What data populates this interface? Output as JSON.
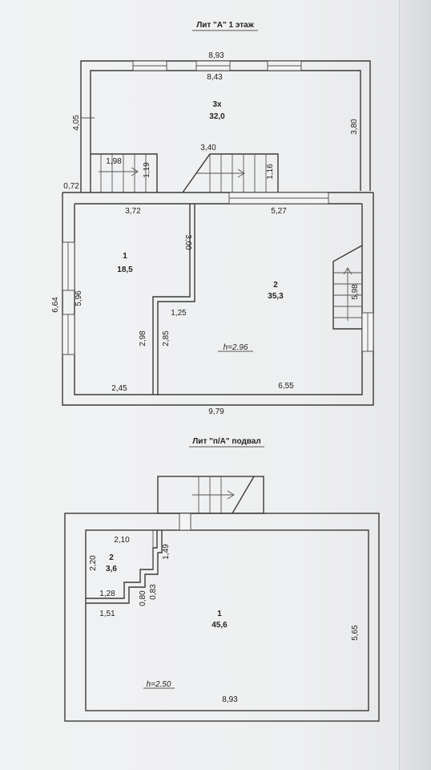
{
  "titles": {
    "floor1": "Лит \"А\"  1 этаж",
    "basement": "Лит \"п/А\"  подвал"
  },
  "floor1": {
    "room_3x": {
      "number": "3х",
      "area": "32,0"
    },
    "room_1": {
      "number": "1",
      "area": "18,5"
    },
    "room_2": {
      "number": "2",
      "area": "35,3"
    },
    "height": "h=2.96",
    "dims": {
      "top_outer": "8,93",
      "top_inner": "8,43",
      "left_top": "4,05",
      "right_top": "3,80",
      "stair_upper": "3,40",
      "stair_left": "1,98",
      "stair_119": "1,19",
      "stair_116": "1,16",
      "step_072": "0,72",
      "room1_top": "3,72",
      "room2_top": "5,27",
      "partition_300": "3,00",
      "left_outer": "6,64",
      "left_inner": "5,96",
      "right_inner": "5,98",
      "notch_125": "1,25",
      "inner_298": "2,98",
      "inner_285": "2,85",
      "room1_bottom": "2,45",
      "room2_bottom": "6,55",
      "bottom_outer": "9,79"
    }
  },
  "basement": {
    "room_1": {
      "number": "1",
      "area": "45,6"
    },
    "room_2": {
      "number": "2",
      "area": "3,6"
    },
    "height": "h=2.50",
    "dims": {
      "top_210": "2,10",
      "left_220": "2,20",
      "right_149": "1,49",
      "mid_128": "1,28",
      "step_083": "0,83",
      "step_080": "0,80",
      "bottom_151": "1,51",
      "right_565": "5,65",
      "bottom_893": "8,93"
    }
  }
}
